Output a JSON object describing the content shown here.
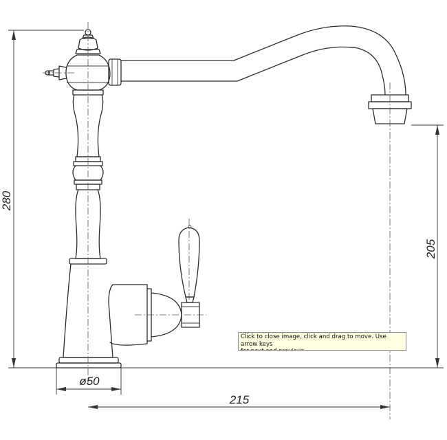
{
  "dimensions": {
    "height_total": "280",
    "spout_height": "205",
    "base_diameter": "ø50",
    "spout_reach": "215"
  },
  "tooltip": {
    "text": "Click to close image, click and drag to move. Use arrow keys\nfor next and previous."
  }
}
